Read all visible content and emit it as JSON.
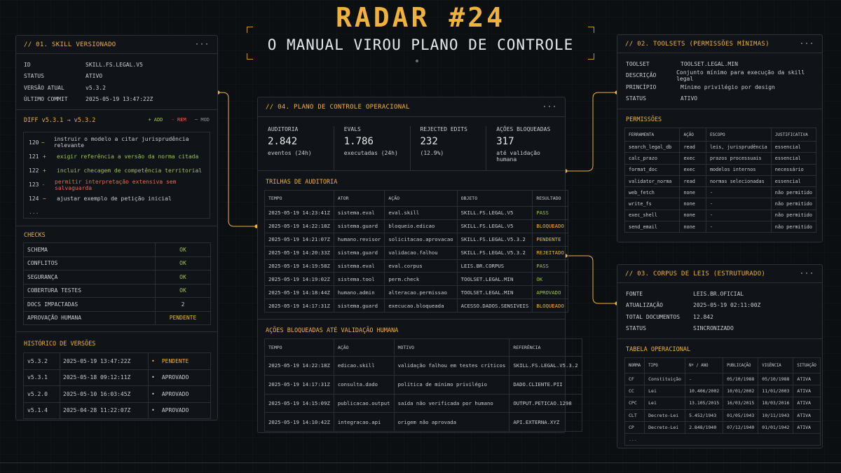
{
  "header": {
    "title": "RADAR #24",
    "subtitle": "O MANUAL VIROU PLANO DE CONTROLE"
  },
  "skill": {
    "title": "// 01. SKILL VERSIONADO",
    "menu": "···",
    "fields": [
      {
        "k": "ID",
        "v": "SKILL.FS.LEGAL.V5"
      },
      {
        "k": "STATUS",
        "v": "ATIVO"
      },
      {
        "k": "VERSÃO ATUAL",
        "v": "v5.3.2"
      },
      {
        "k": "ÚLTIMO COMMIT",
        "v": "2025-05-19 13:47:22Z"
      }
    ],
    "diff_title": "DIFF v5.3.1 → v5.3.2",
    "legend": {
      "add": "+ ADD",
      "rem": "- REM",
      "mod": "~ MOD"
    },
    "diff_lines": [
      {
        "n": "120",
        "s": "~",
        "t": "instruir o modelo a citar jurisprudência relevante",
        "kind": "mod"
      },
      {
        "n": "121",
        "s": "+",
        "t": "exigir referência a versão da norma citada",
        "kind": "add"
      },
      {
        "n": "122",
        "s": "+",
        "t": "incluir checagem de competência territorial",
        "kind": "add"
      },
      {
        "n": "123",
        "s": "-",
        "t": "permitir interpretação extensiva sem salvaguarda",
        "kind": "rem"
      },
      {
        "n": "124",
        "s": "~",
        "t": "ajustar exemplo de petição inicial",
        "kind": "mod"
      }
    ],
    "diff_more": "...",
    "checks_title": "CHECKS",
    "checks": [
      {
        "k": "SCHEMA",
        "v": "OK"
      },
      {
        "k": "CONFLITOS",
        "v": "OK"
      },
      {
        "k": "SEGURANÇA",
        "v": "OK"
      },
      {
        "k": "COBERTURA TESTES",
        "v": "OK"
      },
      {
        "k": "DOCS IMPACTADAS",
        "v": "2"
      },
      {
        "k": "APROVAÇÃO HUMANA",
        "v": "PENDENTE"
      }
    ],
    "history_title": "HISTÓRICO DE VERSÕES",
    "history": [
      {
        "ver": "v5.3.2",
        "ts": "2025-05-19 13:47:22Z",
        "status": "PENDENTE"
      },
      {
        "ver": "v5.3.1",
        "ts": "2025-05-18 09:12:11Z",
        "status": "APROVADO"
      },
      {
        "ver": "v5.2.0",
        "ts": "2025-05-10 16:03:45Z",
        "status": "APROVADO"
      },
      {
        "ver": "v5.1.4",
        "ts": "2025-04-28 11:22:07Z",
        "status": "APROVADO"
      }
    ]
  },
  "control": {
    "title": "// 04. PLANO DE CONTROLE OPERACIONAL",
    "menu": "···",
    "stats": [
      {
        "label": "AUDITORIA",
        "value": "2.842",
        "sub": "eventos (24h)"
      },
      {
        "label": "EVALS",
        "value": "1.786",
        "sub": "executadas (24h)"
      },
      {
        "label": "REJECTED EDITS",
        "value": "232",
        "sub": "(12.9%)"
      },
      {
        "label": "AÇÕES BLOQUEADAS",
        "value": "317",
        "sub": "até validação humana"
      }
    ],
    "audit_title": "TRILHAS DE AUDITORIA",
    "audit_cols": [
      "TEMPO",
      "ATOR",
      "AÇÃO",
      "OBJETO",
      "RESULTADO"
    ],
    "audit_rows": [
      [
        "2025-05-19 14:23:41Z",
        "sistema.eval",
        "eval.skill",
        "SKILL.FS.LEGAL.V5",
        "PASS"
      ],
      [
        "2025-05-19 14:22:18Z",
        "sistema.guard",
        "bloqueio.edicao",
        "SKILL.FS.LEGAL.V5",
        "BLOQUEADO"
      ],
      [
        "2025-05-19 14:21:07Z",
        "humano.revisor",
        "solicitacao.aprovacao",
        "SKILL.FS.LEGAL.V5.3.2",
        "PENDENTE"
      ],
      [
        "2025-05-19 14:20:33Z",
        "sistema.guard",
        "validacao.falhou",
        "SKILL.FS.LEGAL.V5.3.2",
        "REJEITADO"
      ],
      [
        "2025-05-19 14:19:58Z",
        "sistema.eval",
        "eval.corpus",
        "LEIS.BR.CORPUS",
        "PASS"
      ],
      [
        "2025-05-19 14:19:02Z",
        "sistema.tool",
        "perm.check",
        "TOOLSET.LEGAL.MIN",
        "OK"
      ],
      [
        "2025-05-19 14:18:44Z",
        "humano.admin",
        "alteracao.permissao",
        "TOOLSET.LEGAL.MIN",
        "APROVADO"
      ],
      [
        "2025-05-19 14:17:31Z",
        "sistema.guard",
        "execucao.bloqueada",
        "ACESSO.DADOS.SENSIVEIS",
        "BLOQUEADO"
      ]
    ],
    "blocked_title": "AÇÕES BLOQUEADAS ATÉ VALIDAÇÃO HUMANA",
    "blocked_cols": [
      "TEMPO",
      "AÇÃO",
      "MOTIVO",
      "REFERÊNCIA"
    ],
    "blocked_rows": [
      [
        "2025-05-19 14:22:18Z",
        "edicao.skill",
        "validação falhou em testes críticos",
        "SKILL.FS.LEGAL.V5.3.2"
      ],
      [
        "2025-05-19 14:17:31Z",
        "consulta.dado",
        "política de mínimo privilégio",
        "DADO.CLIENTE.PII"
      ],
      [
        "2025-05-19 14:15:09Z",
        "publicacao.output",
        "saída não verificada por humano",
        "OUTPUT.PETICAO.1298"
      ],
      [
        "2025-05-19 14:10:42Z",
        "integracao.api",
        "origem não aprovada",
        "API.EXTERNA.XYZ"
      ]
    ]
  },
  "toolsets": {
    "title": "// 02. TOOLSETS (PERMISSÕES MÍNIMAS)",
    "menu": "···",
    "fields": [
      {
        "k": "TOOLSET",
        "v": "TOOLSET.LEGAL.MIN"
      },
      {
        "k": "DESCRIÇÃO",
        "v": "Conjunto mínimo para execução da skill legal"
      },
      {
        "k": "PRINCÍPIO",
        "v": "Mínimo privilégio por design"
      },
      {
        "k": "STATUS",
        "v": "ATIVO"
      }
    ],
    "perm_title": "PERMISSÕES",
    "perm_cols": [
      "FERRAMENTA",
      "AÇÃO",
      "ESCOPO",
      "JUSTIFICATIVA"
    ],
    "perm_rows": [
      [
        "search_legal_db",
        "read",
        "leis, jurisprudência",
        "essencial"
      ],
      [
        "calc_prazo",
        "exec",
        "prazos processuais",
        "essencial"
      ],
      [
        "format_doc",
        "exec",
        "modelos internos",
        "necessário"
      ],
      [
        "validator_norma",
        "read",
        "normas selecionadas",
        "essencial"
      ],
      [
        "web_fetch",
        "none",
        "-",
        "não permitido"
      ],
      [
        "write_fs",
        "none",
        "-",
        "não permitido"
      ],
      [
        "exec_shell",
        "none",
        "-",
        "não permitido"
      ],
      [
        "send_email",
        "none",
        "-",
        "não permitido"
      ]
    ]
  },
  "corpus": {
    "title": "// 03. CORPUS DE LEIS (ESTRUTURADO)",
    "menu": "···",
    "fields": [
      {
        "k": "FONTE",
        "v": "LEIS.BR.OFICIAL"
      },
      {
        "k": "ATUALIZAÇÃO",
        "v": "2025-05-19 02:11:00Z"
      },
      {
        "k": "TOTAL DOCUMENTOS",
        "v": "12.842"
      },
      {
        "k": "STATUS",
        "v": "SINCRONIZADO"
      }
    ],
    "table_title": "TABELA OPERACIONAL",
    "cols": [
      "NORMA",
      "TIPO",
      "Nº / ANO",
      "PUBLICAÇÃO",
      "VIGÊNCIA",
      "SITUAÇÃO"
    ],
    "rows": [
      [
        "CF",
        "Constituição",
        "-",
        "05/10/1988",
        "05/10/1988",
        "ATIVA"
      ],
      [
        "CC",
        "Lei",
        "10.406/2002",
        "10/01/2002",
        "11/01/2003",
        "ATIVA"
      ],
      [
        "CPC",
        "Lei",
        "13.105/2015",
        "16/03/2015",
        "18/03/2016",
        "ATIVA"
      ],
      [
        "CLT",
        "Decreto-Lei",
        "5.452/1943",
        "01/05/1943",
        "10/11/1943",
        "ATIVA"
      ],
      [
        "CP",
        "Decreto-Lei",
        "2.848/1940",
        "07/12/1940",
        "01/01/1942",
        "ATIVA"
      ]
    ],
    "more": "..."
  },
  "colors": {
    "accent": "#f0b23a",
    "add": "#9fc24c",
    "rem": "#e46a4a",
    "ok": "#9fc24c",
    "border": "#2c3136",
    "bg": "#0c0f12"
  }
}
